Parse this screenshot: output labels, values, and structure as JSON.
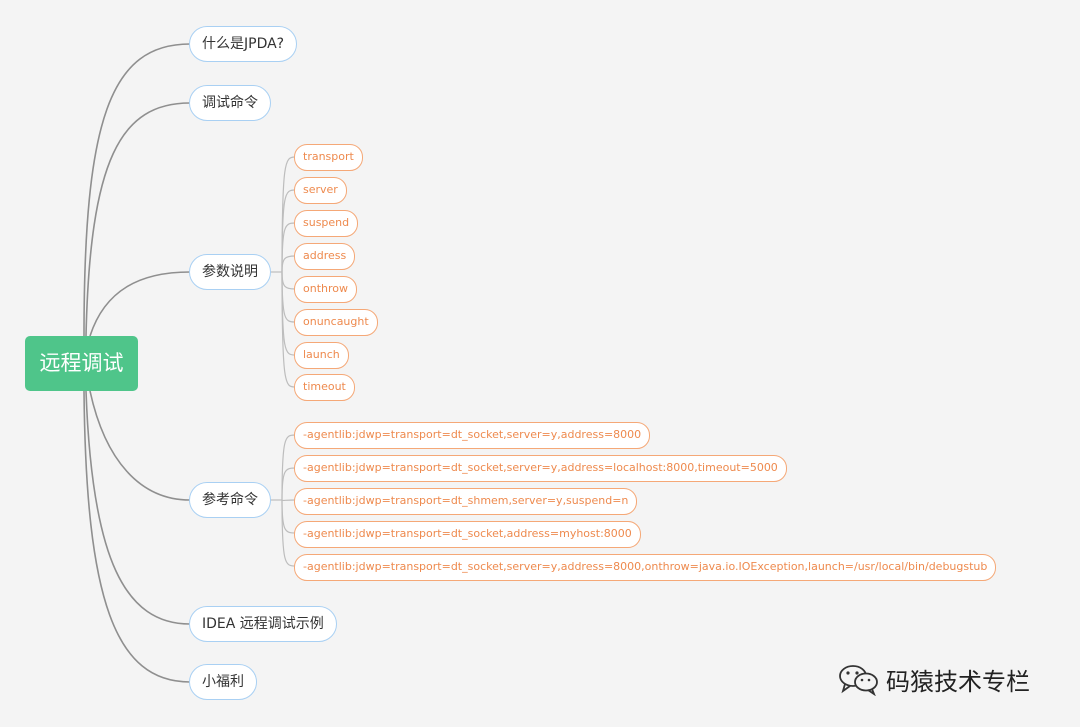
{
  "root": {
    "label": "远程调试"
  },
  "branches": {
    "jpda": "什么是JPDA?",
    "debug_cmd": "调试命令",
    "params": "参数说明",
    "ref_cmd": "参考命令",
    "idea_example": "IDEA 远程调试示例",
    "bonus": "小福利"
  },
  "params": [
    "transport",
    "server",
    "suspend",
    "address",
    "onthrow",
    "onuncaught",
    "launch",
    "timeout"
  ],
  "ref_commands": [
    "-agentlib:jdwp=transport=dt_socket,server=y,address=8000",
    "-agentlib:jdwp=transport=dt_socket,server=y,address=localhost:8000,timeout=5000",
    "-agentlib:jdwp=transport=dt_shmem,server=y,suspend=n",
    "-agentlib:jdwp=transport=dt_socket,address=myhost:8000",
    "-agentlib:jdwp=transport=dt_socket,server=y,address=8000,onthrow=java.io.IOException,launch=/usr/local/bin/debugstub"
  ],
  "watermark": {
    "text": "码猿技术专栏",
    "icon": "wechat-icon"
  },
  "colors": {
    "root": "#4fc58a",
    "branch_border": "#a9d0f3",
    "leaf_border": "#f5a877",
    "leaf_text": "#ee8a4e",
    "connector": "#8f8f8f"
  }
}
